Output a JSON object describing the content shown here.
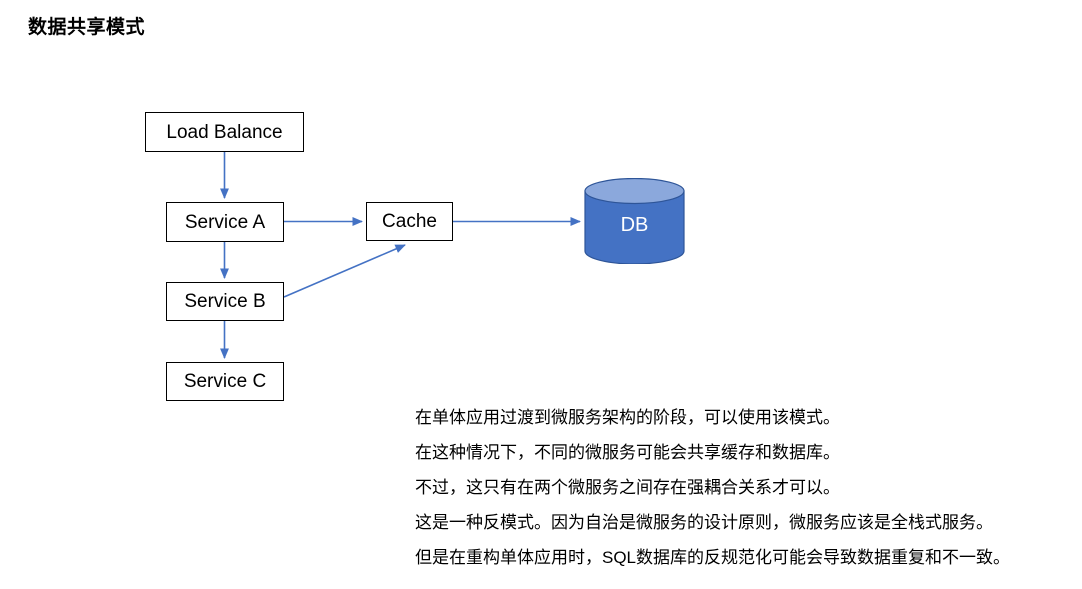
{
  "page": {
    "title": "数据共享模式"
  },
  "diagram": {
    "type": "architecture-flow",
    "accent_color": "#4472C4",
    "node_border_color": "#000000",
    "node_fill_color": "#FFFFFF",
    "db_body_color": "#4472C4",
    "db_top_color": "#8BA8DC",
    "db_stroke_color": "#2E5598",
    "db_label_color": "#FFFFFF",
    "nodes": [
      {
        "id": "load-balance",
        "label": "Load Balance",
        "shape": "rect"
      },
      {
        "id": "service-a",
        "label": "Service A",
        "shape": "rect"
      },
      {
        "id": "service-b",
        "label": "Service B",
        "shape": "rect"
      },
      {
        "id": "service-c",
        "label": "Service C",
        "shape": "rect"
      },
      {
        "id": "cache",
        "label": "Cache",
        "shape": "rect"
      },
      {
        "id": "db",
        "label": "DB",
        "shape": "cylinder"
      }
    ],
    "edges": [
      {
        "from": "load-balance",
        "to": "service-a",
        "style": "arrow-down"
      },
      {
        "from": "service-a",
        "to": "service-b",
        "style": "arrow-down"
      },
      {
        "from": "service-b",
        "to": "service-c",
        "style": "arrow-down"
      },
      {
        "from": "service-a",
        "to": "cache",
        "style": "arrow-right"
      },
      {
        "from": "service-b",
        "to": "cache",
        "style": "arrow-diagonal-up-right"
      },
      {
        "from": "cache",
        "to": "db",
        "style": "arrow-right"
      }
    ]
  },
  "description": {
    "lines": [
      "在单体应用过渡到微服务架构的阶段，可以使用该模式。",
      "在这种情况下，不同的微服务可能会共享缓存和数据库。",
      "不过，这只有在两个微服务之间存在强耦合关系才可以。",
      "这是一种反模式。因为自治是微服务的设计原则，微服务应该是全栈式服务。",
      "但是在重构单体应用时，SQL数据库的反规范化可能会导致数据重复和不一致。"
    ]
  }
}
